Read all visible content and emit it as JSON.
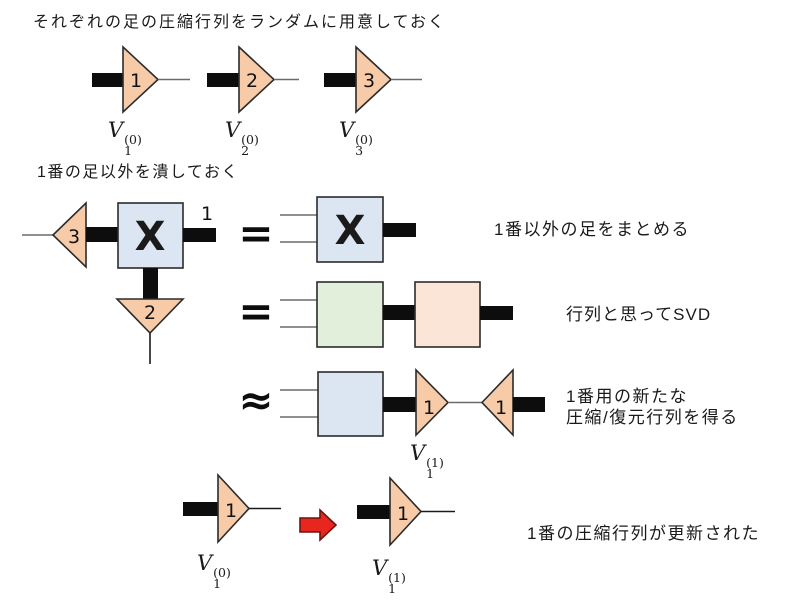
{
  "texts": {
    "title": "それぞれの足の圧縮行列をランダムに用意しておく",
    "step2_heading": "1番の足以外を潰しておく",
    "note_merge": "1番以外の足をまとめる",
    "note_svd": "行列と思ってSVD",
    "note_new_line1": "1番用の新たな",
    "note_new_line2": "圧縮/復元行列を得る",
    "note_updated": "1番の圧縮行列が更新された"
  },
  "operators": {
    "eq": "=",
    "approx": "≈"
  },
  "nodes": {
    "x_label": "X",
    "leg1": "1",
    "leg2": "2",
    "leg3": "3"
  },
  "math": {
    "v1_0": {
      "base": "V",
      "sub": "1",
      "sup": "(0)"
    },
    "v2_0": {
      "base": "V",
      "sub": "2",
      "sup": "(0)"
    },
    "v3_0": {
      "base": "V",
      "sub": "3",
      "sup": "(0)"
    },
    "v1_1": {
      "base": "V",
      "sub": "1",
      "sup": "(1)"
    }
  },
  "colors": {
    "triangle_fill": "#F7CBA8",
    "square_blue": "#DCE6F2",
    "square_green": "#E2EFDA",
    "square_orange": "#FBE5D6",
    "arrow_red": "#E8251F",
    "bar_black": "#0D0D0D"
  }
}
